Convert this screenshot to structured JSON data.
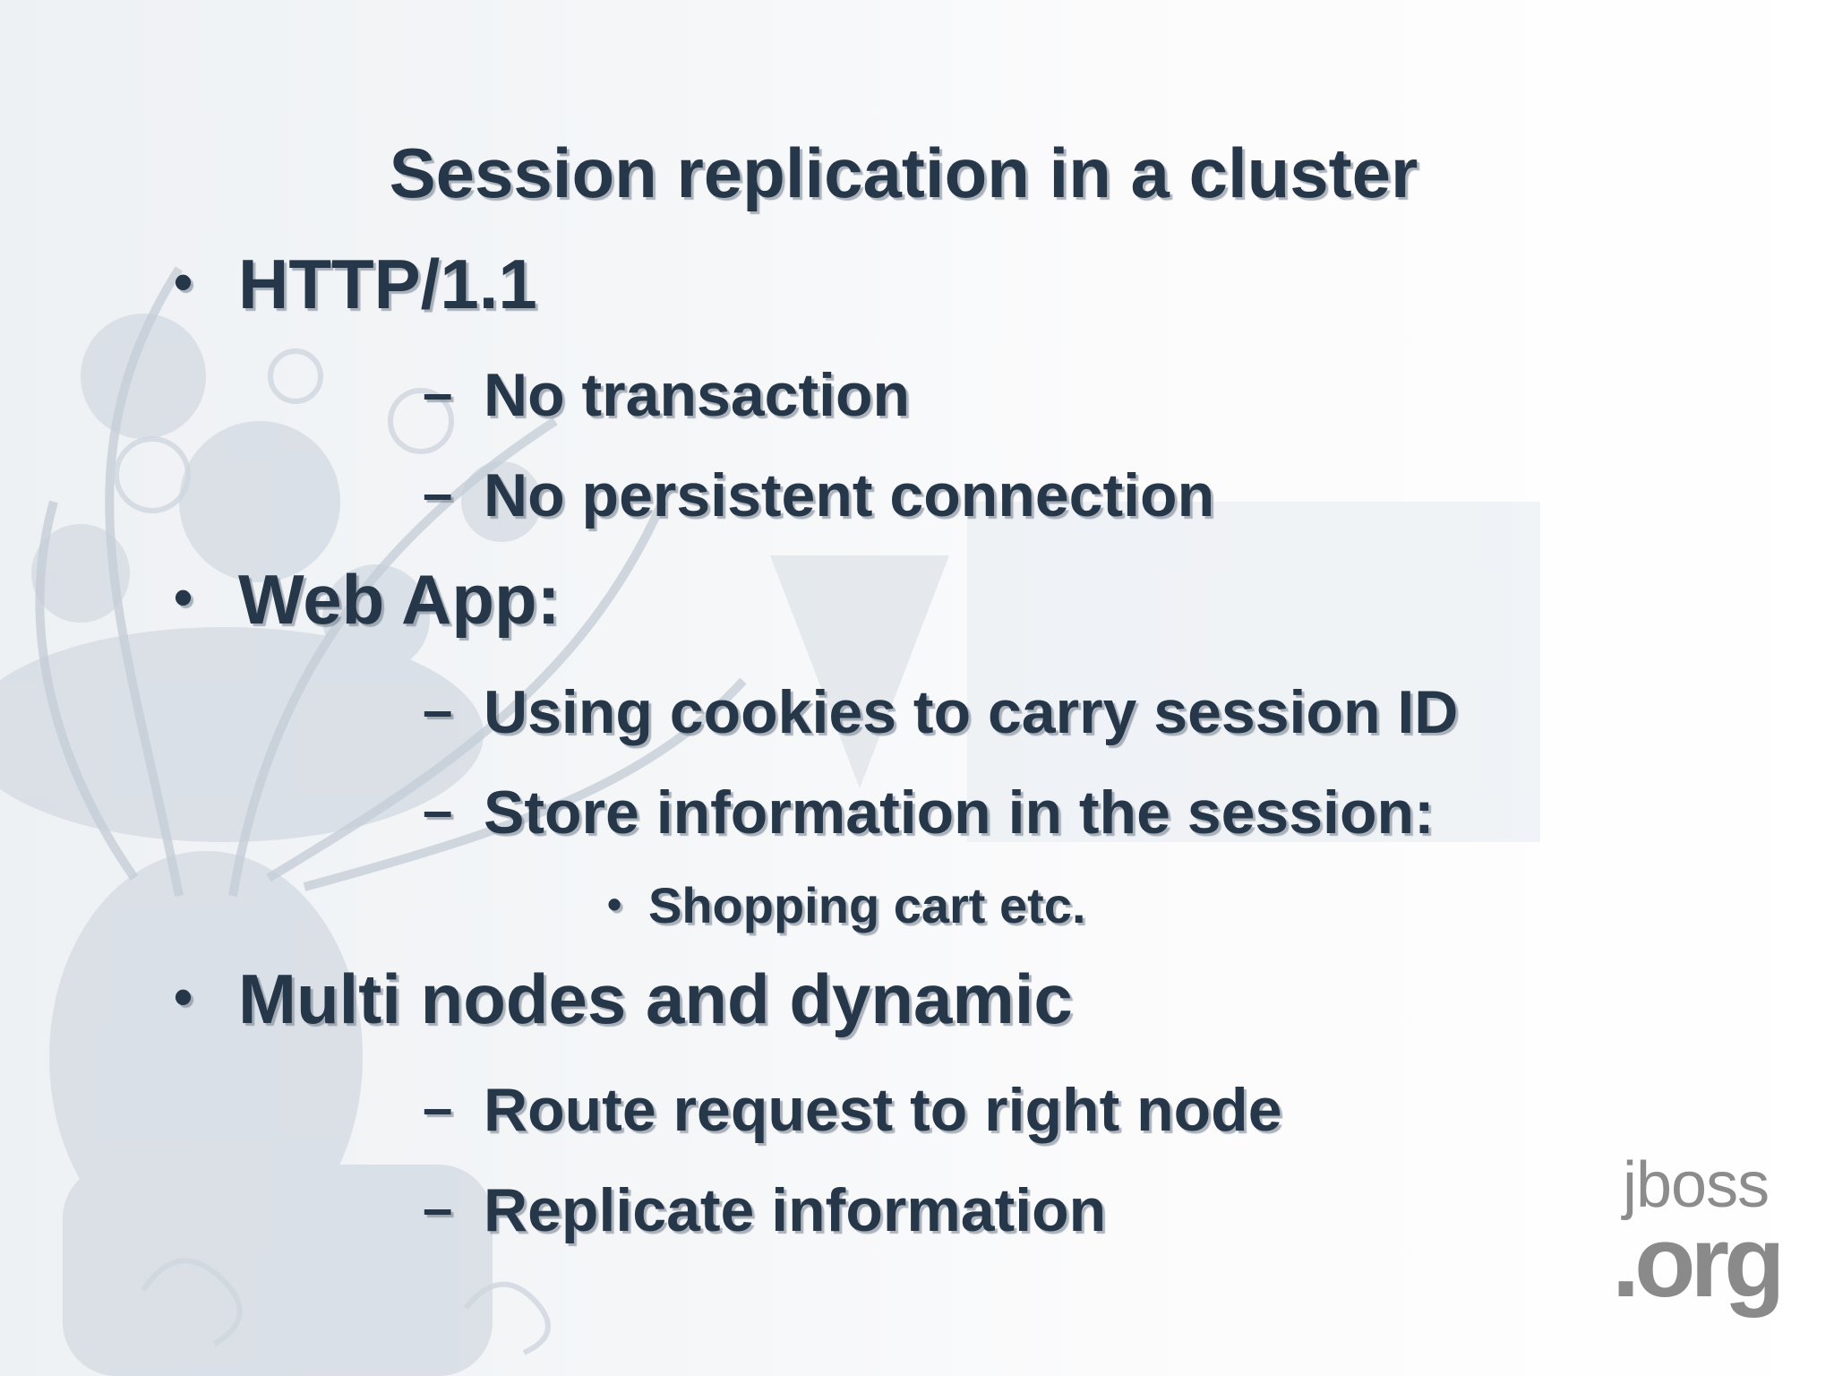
{
  "slide": {
    "title": "Session replication in a cluster",
    "items": [
      {
        "text": "HTTP/1.1",
        "level": 1,
        "marker": "•"
      },
      {
        "text": "No transaction",
        "level": 2,
        "marker": "–"
      },
      {
        "text": "No persistent connection",
        "level": 2,
        "marker": "–"
      },
      {
        "text": "Web App:",
        "level": 1,
        "marker": "•"
      },
      {
        "text": "Using cookies to carry session ID",
        "level": 2,
        "marker": "–"
      },
      {
        "text": "Store information in the session:",
        "level": 2,
        "marker": "–"
      },
      {
        "text": "Shopping cart etc.",
        "level": 3,
        "marker": "•"
      },
      {
        "text": "Multi nodes and dynamic",
        "level": 1,
        "marker": "•"
      },
      {
        "text": "Route request to right node",
        "level": 2,
        "marker": "–"
      },
      {
        "text": "Replicate information",
        "level": 2,
        "marker": "–"
      }
    ]
  },
  "logo": {
    "top": "jboss",
    "bottom": ".org"
  },
  "colors": {
    "text": "#26374a",
    "shadow": "#6e7887",
    "logo": "#8a8a8a",
    "art": "#c9d1da"
  }
}
